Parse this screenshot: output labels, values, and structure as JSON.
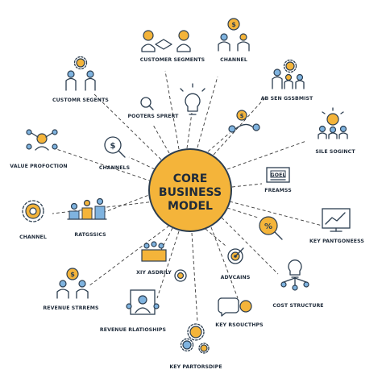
{
  "center": {
    "line1": "CORE",
    "line2": "BUSINESS",
    "line3": "MODEL"
  },
  "nodes": [
    {
      "label": "CUSTOMER SEGMENTS"
    },
    {
      "label": "CHANNEL"
    },
    {
      "label": "AB SEN GSSBMIST"
    },
    {
      "label": "SILE SOGINCT"
    },
    {
      "label": "FREAMSS"
    },
    {
      "label": "GOEL"
    },
    {
      "label": "KEY PANTGONEESS"
    },
    {
      "label": "COST STRUCTURE"
    },
    {
      "label": "KEY RSOUCTHPS"
    },
    {
      "label": "ADVCAINS"
    },
    {
      "label": "KEY PARTORSDIPE"
    },
    {
      "label": "REVENUE RLATIOSHIPS"
    },
    {
      "label": "REVENUE STRREMS"
    },
    {
      "label": "XIY ASDRILY"
    },
    {
      "label": "CHANNEL"
    },
    {
      "label": "RATGSSICS"
    },
    {
      "label": "VALUE PROFOCTION"
    },
    {
      "label": "CHANNELS"
    },
    {
      "label": "CUSTOMR SEGENTS"
    },
    {
      "label": "POOTERS SPRERT"
    }
  ],
  "colors": {
    "accent": "#f4b43a",
    "secondary": "#7fb3df",
    "ink": "#2c3e50"
  }
}
